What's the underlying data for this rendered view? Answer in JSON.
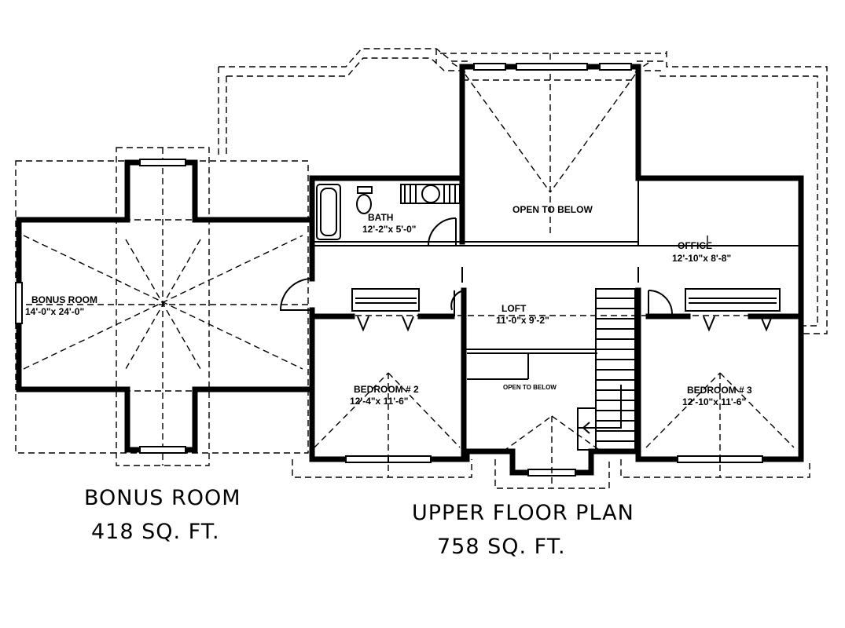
{
  "rooms": {
    "bonus": {
      "name": "BONUS ROOM",
      "size": "14'-0\"x 24'-0\""
    },
    "bath": {
      "name": "BATH",
      "size": "12'-2\"x 5'-0\""
    },
    "open_top": {
      "name": "OPEN TO BELOW"
    },
    "office": {
      "name": "OFFICE",
      "size": "12'-10\"x 8'-8\""
    },
    "loft": {
      "name": "LOFT",
      "size": "11'-0\"x 9'-2\""
    },
    "open_small": {
      "name": "OPEN TO BELOW"
    },
    "bed2": {
      "name": "BEDROOM # 2",
      "size": "12'-4\"x 11'-6\""
    },
    "bed3": {
      "name": "BEDROOM # 3",
      "size": "12'-10\"x 11'-6\""
    }
  },
  "captions": {
    "bonus_title": "BONUS ROOM",
    "bonus_area": "418 SQ. FT.",
    "upper_title": "UPPER FLOOR PLAN",
    "upper_area": "758 SQ. FT."
  }
}
